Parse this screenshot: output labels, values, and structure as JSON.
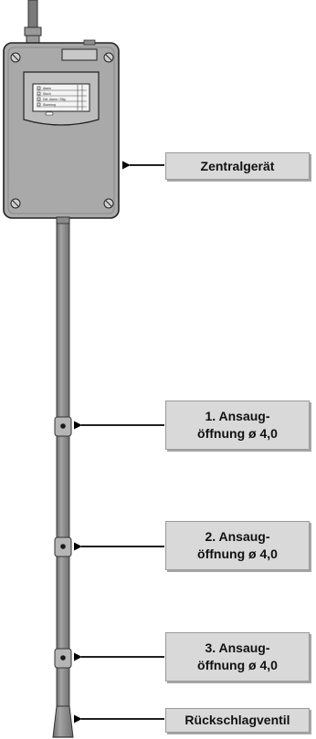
{
  "panel": {
    "rows": [
      "Alarm",
      "Stoch",
      "Det. Alarm / Stig",
      "Stoerung"
    ]
  },
  "callouts": {
    "central_unit": "Zentralgerät",
    "opening_1": {
      "line1": "1. Ansaug-",
      "line2": "öffnung ø 4,0"
    },
    "opening_2": {
      "line1": "2. Ansaug-",
      "line2": "öffnung ø 4,0"
    },
    "opening_3": {
      "line1": "3. Ansaug-",
      "line2": "öffnung ø 4,0"
    },
    "check_valve": "Rückschlagventil"
  },
  "colors": {
    "housing": "#a9a9a9",
    "housing_dark": "#7d7d7d",
    "pipe": "#8c8c8c",
    "callout_fill": "#d9d9d9",
    "arrow": "#000000"
  }
}
